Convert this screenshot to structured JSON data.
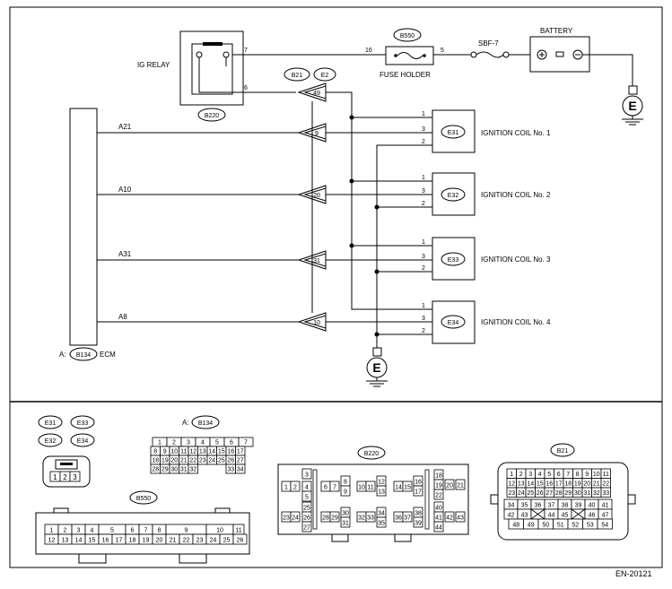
{
  "labels": {
    "ig_relay": "IG RELAY",
    "b220": "B220",
    "b550": "B550",
    "fuse_holder": "FUSE HOLDER",
    "sbf7": "SBF-7",
    "battery": "BATTERY",
    "b21": "B21",
    "e2": "E2",
    "ecm": "ECM",
    "ecm_prefix": "A:",
    "b134": "B134",
    "ground": "E",
    "footer": "EN-20121"
  },
  "relay_pins": {
    "p7": "7",
    "p6": "6"
  },
  "fuse_pins": {
    "p16": "16",
    "p5": "5"
  },
  "ecm_pins": [
    "A21",
    "A10",
    "A31",
    "A8"
  ],
  "junction_pins": [
    "49",
    "9",
    "20",
    "31",
    "10"
  ],
  "coils": [
    {
      "id": "E31",
      "label": "IGNITION COIL No. 1"
    },
    {
      "id": "E32",
      "label": "IGNITION COIL No. 2"
    },
    {
      "id": "E33",
      "label": "IGNITION COIL No. 3"
    },
    {
      "id": "E34",
      "label": "IGNITION COIL No. 4"
    }
  ],
  "coil_pins": [
    "1",
    "3",
    "2"
  ],
  "connectors": {
    "coil_tags": [
      "E31",
      "E33",
      "E32",
      "E34"
    ],
    "coil_conn_pins": [
      "1",
      "2",
      "3"
    ],
    "b134_prefix": "A:",
    "b134_tag": "B134",
    "b134_rows": [
      [
        "1",
        "2",
        "3",
        "4",
        "5",
        "6",
        "7"
      ],
      [
        "8",
        "9",
        "10",
        "11",
        "12",
        "13",
        "14",
        "15",
        "16",
        "17"
      ],
      [
        "18",
        "19",
        "20",
        "21",
        "22",
        "23",
        "24",
        "25",
        "26",
        "27"
      ],
      [
        "28",
        "29",
        "30",
        "31",
        "32",
        "",
        "",
        "",
        "33",
        "34"
      ]
    ],
    "b550_tag": "B550",
    "b550_top": [
      "1",
      "2",
      "3",
      "4",
      "5",
      "6",
      "7",
      "8",
      "9",
      "10",
      "11"
    ],
    "b550_bottom": [
      "12",
      "13",
      "14",
      "15",
      "16",
      "17",
      "18",
      "19",
      "20",
      "21",
      "22",
      "23",
      "24",
      "25",
      "26"
    ],
    "b220_tag": "B220",
    "b220_pins": [
      "1",
      "2",
      "3",
      "4",
      "5",
      "6",
      "7",
      "8",
      "9",
      "10",
      "11",
      "12",
      "13",
      "14",
      "15",
      "16",
      "17",
      "18",
      "19",
      "20",
      "21",
      "22",
      "23",
      "24",
      "25",
      "26",
      "27",
      "28",
      "29",
      "30",
      "31",
      "32",
      "33",
      "34",
      "35",
      "36",
      "37",
      "38",
      "39",
      "40",
      "41",
      "42",
      "43",
      "44"
    ],
    "b21_tag": "B21",
    "b21_rows": [
      [
        "1",
        "2",
        "3",
        "4",
        "5",
        "6",
        "7",
        "8",
        "9",
        "10",
        "11"
      ],
      [
        "12",
        "13",
        "14",
        "15",
        "16",
        "17",
        "18",
        "19",
        "20",
        "21",
        "22"
      ],
      [
        "23",
        "24",
        "25",
        "26",
        "27",
        "28",
        "29",
        "30",
        "31",
        "32",
        "33"
      ],
      [
        "34",
        "35",
        "36",
        "37",
        "38",
        "39",
        "40",
        "41"
      ],
      [
        "42",
        "43",
        "44",
        "45",
        "46",
        "47"
      ],
      [
        "48",
        "49",
        "50",
        "51",
        "52",
        "53",
        "54"
      ]
    ]
  }
}
